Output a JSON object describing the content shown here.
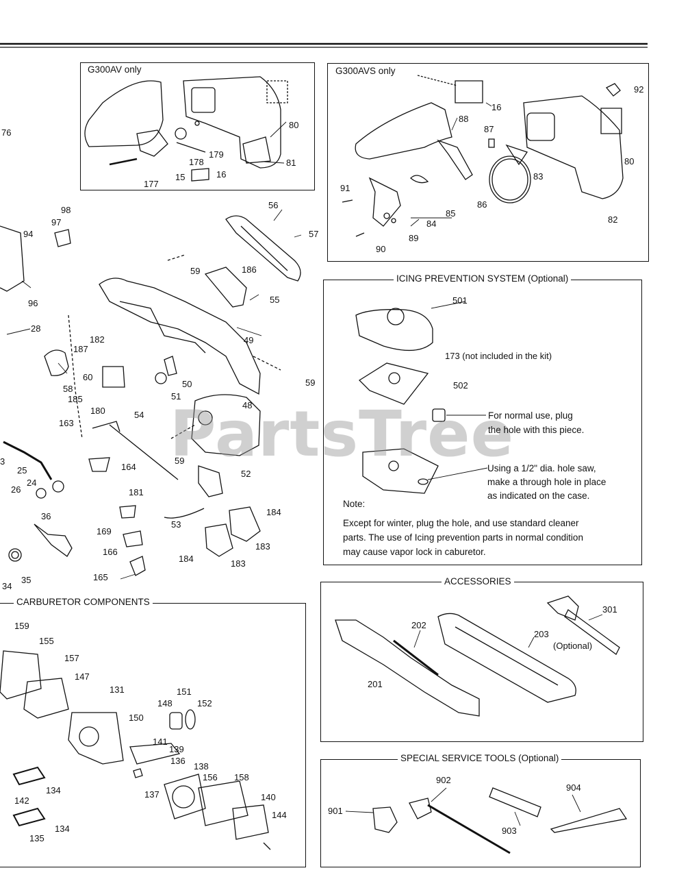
{
  "watermark": "PartsTree",
  "panels": {
    "g300av": {
      "title": "G300AV only"
    },
    "g300avs": {
      "title": "G300AVS only"
    },
    "icing": {
      "title": "ICING PREVENTION SYSTEM (Optional)",
      "text_173": "173 (not included in the kit)",
      "normal_use": [
        "For normal use, plug",
        "the hole with this piece."
      ],
      "hole_saw": [
        "Using a 1/2\" dia. hole saw,",
        "make a through hole in place",
        "as indicated on the case."
      ],
      "note_label": "Note:",
      "note_text": [
        "Except for winter, plug the hole, and use standard cleaner",
        "parts. The use of Icing prevention parts in normal condition",
        "may cause vapor lock in caburetor."
      ]
    },
    "accessories": {
      "title": "ACCESSORIES",
      "optional": "(Optional)"
    },
    "tools": {
      "title": "SPECIAL SERVICE TOOLS (Optional)"
    },
    "carburetor": {
      "title": "CARBURETOR COMPONENTS"
    }
  },
  "part_labels": {
    "p76": "76",
    "p80a": "80",
    "p81": "81",
    "p179": "179",
    "p178": "178",
    "p15": "15",
    "p16a": "16",
    "p177": "177",
    "p92": "92",
    "p16b": "16",
    "p88": "88",
    "p87": "87",
    "p80b": "80",
    "p83": "83",
    "p91": "91",
    "p85": "85",
    "p84": "84",
    "p86": "86",
    "p89": "89",
    "p90": "90",
    "p82": "82",
    "p98": "98",
    "p97": "97",
    "p94": "94",
    "p96": "96",
    "p28": "28",
    "p56": "56",
    "p57": "57",
    "p59a": "59",
    "p186": "186",
    "p55": "55",
    "p49": "49",
    "p182": "182",
    "p187": "187",
    "p60": "60",
    "p58": "58",
    "p185": "185",
    "p50": "50",
    "p51": "51",
    "p54": "54",
    "p59b": "59",
    "p48": "48",
    "p180": "180",
    "p163": "163",
    "p59c": "59",
    "p3": "3",
    "p25": "25",
    "p24": "24",
    "p26": "26",
    "p164": "164",
    "p52": "52",
    "p181": "181",
    "p184a": "184",
    "p53": "53",
    "p183a": "183",
    "p36": "36",
    "p169": "169",
    "p166": "166",
    "p184b": "184",
    "p183b": "183",
    "p34": "34",
    "p35": "35",
    "p165": "165",
    "p501": "501",
    "p502": "502",
    "p202": "202",
    "p301": "301",
    "p203": "203",
    "p201": "201",
    "p902": "902",
    "p904": "904",
    "p901": "901",
    "p903": "903",
    "p159": "159",
    "p155": "155",
    "p157": "157",
    "p147": "147",
    "p131": "131",
    "p151": "151",
    "p152": "152",
    "p148": "148",
    "p150": "150",
    "p141": "141",
    "p139": "139",
    "p136": "136",
    "p138": "138",
    "p134a": "134",
    "p137": "137",
    "p156": "156",
    "p158": "158",
    "p142": "142",
    "p140": "140",
    "p134b": "134",
    "p144": "144",
    "p135": "135"
  }
}
